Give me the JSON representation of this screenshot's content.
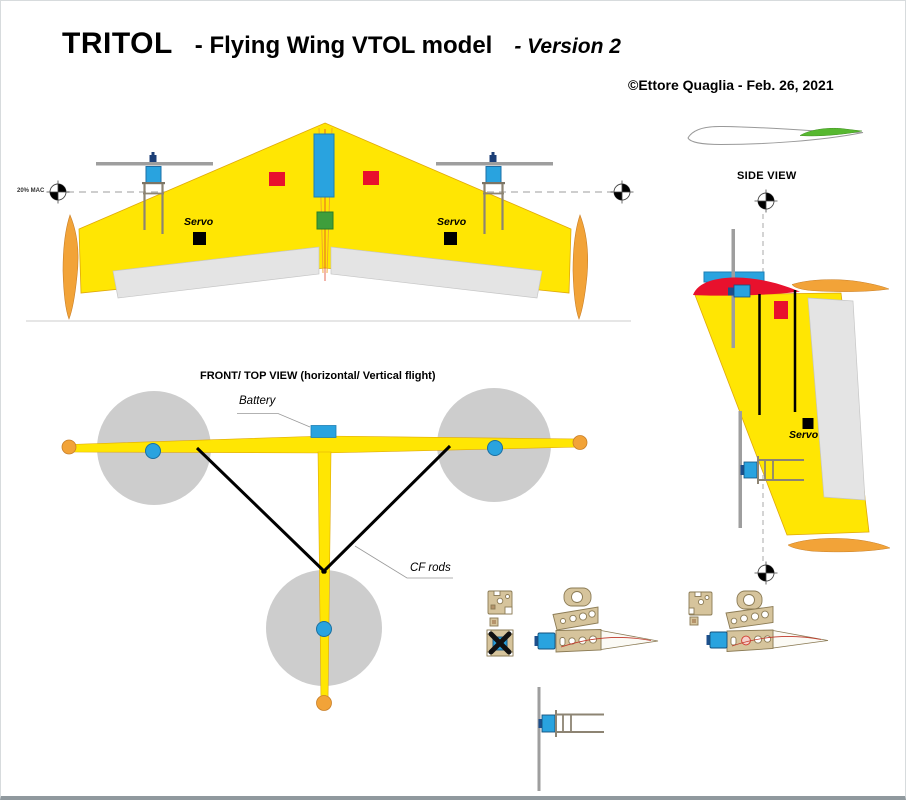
{
  "header": {
    "title": "TRITOL",
    "subtitle": "- Flying Wing VTOL model",
    "version": "- Version 2",
    "copyright": "©Ettore Quaglia - Feb. 26, 2021"
  },
  "top_view": {
    "mac_label": "20% MAC",
    "servo_left": "Servo",
    "servo_right": "Servo"
  },
  "side_view": {
    "title": "SIDE VIEW",
    "servo": "Servo"
  },
  "front_view": {
    "title": "FRONT/ TOP VIEW (horizontal/ Vertical flight)",
    "battery": "Battery",
    "cf_rods": "CF rods"
  },
  "colors": {
    "wing_yellow": "#FFE603",
    "winglet_orange": "#F2A338",
    "motor_blue": "#29A3DF",
    "green": "#3E9E3C",
    "elevon_green": "#57B830",
    "red": "#E8112D",
    "prop_disk_gray": "#CDCDCD",
    "elevon_gray": "#E4E4E4",
    "plywood_tan": "#D6C49C",
    "frame_brown": "#8D8473",
    "prop_gray": "#9E9E9E",
    "black": "#000000"
  }
}
